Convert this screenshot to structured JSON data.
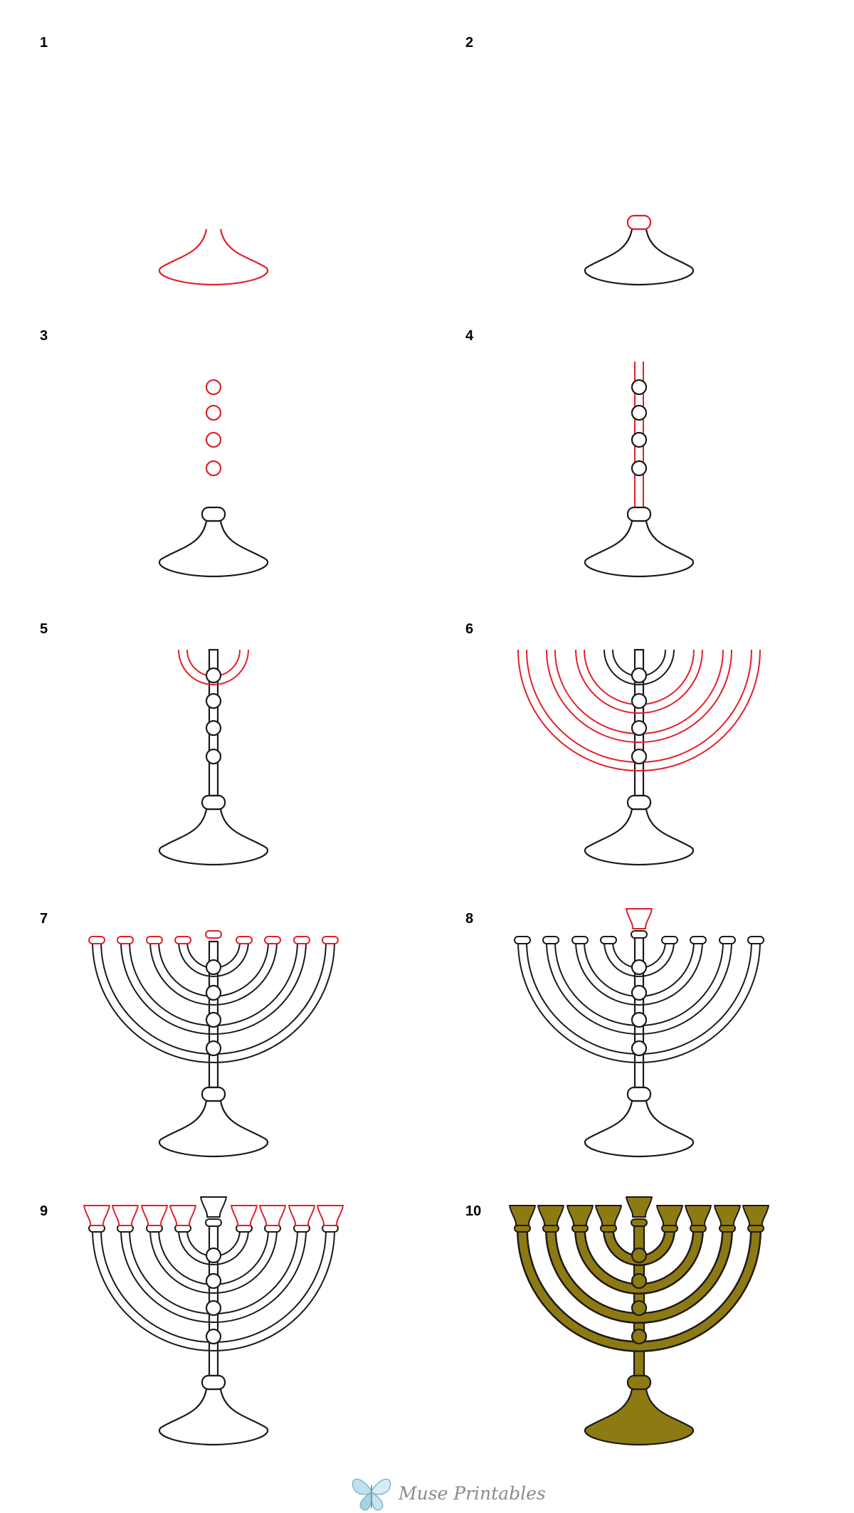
{
  "steps": [
    {
      "label": "1"
    },
    {
      "label": "2"
    },
    {
      "label": "3"
    },
    {
      "label": "4"
    },
    {
      "label": "5"
    },
    {
      "label": "6"
    },
    {
      "label": "7"
    },
    {
      "label": "8"
    },
    {
      "label": "9"
    },
    {
      "label": "10"
    }
  ],
  "footer": {
    "brand": "Muse Printables",
    "logo_icon": "butterfly-icon"
  },
  "colors": {
    "highlight": "#e2202a",
    "outline": "#1a1a1a",
    "fill_gold": "#8e7a12",
    "background": "#ffffff"
  },
  "icons": {
    "subject": "menorah-icon"
  }
}
